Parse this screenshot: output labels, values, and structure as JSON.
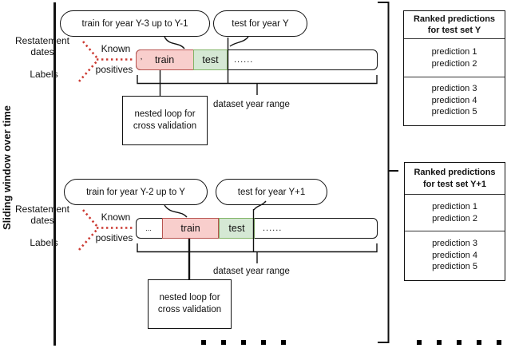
{
  "figure": {
    "axis_label": "Sliding window over time"
  },
  "windows": [
    {
      "train_bubble": "train for year Y-3 up to Y-1",
      "test_bubble": "test for year Y",
      "restatement_line1": "Restatement",
      "restatement_line2": "dates",
      "labels_label": "Labels",
      "known_label": "Known",
      "positives_label": "positives",
      "bar": {
        "pre": ",",
        "train": "train",
        "test": "test",
        "rest": "......"
      },
      "range_label": "dataset year range",
      "nested_line1": "nested loop for",
      "nested_line2": "cross validation"
    },
    {
      "train_bubble": "train for year Y-2 up to Y",
      "test_bubble": "test for year Y+1",
      "restatement_line1": "Restatement",
      "restatement_line2": "dates",
      "labels_label": "Labels",
      "known_label": "Known",
      "positives_label": "positives",
      "bar": {
        "pre": "...",
        "train": "train",
        "test": "test",
        "rest": "......"
      },
      "range_label": "dataset year range",
      "nested_line1": "nested loop for",
      "nested_line2": "cross validation"
    }
  ],
  "prediction_boxes": [
    {
      "title_line1": "Ranked predictions",
      "title_line2": "for test set Y",
      "group1": [
        "prediction 1",
        "prediction 2"
      ],
      "group2": [
        "prediction 3",
        "prediction 4",
        "prediction 5"
      ]
    },
    {
      "title_line1": "Ranked predictions",
      "title_line2": "for test set Y+1",
      "group1": [
        "prediction 1",
        "prediction 2"
      ],
      "group2": [
        "prediction 3",
        "prediction 4",
        "prediction 5"
      ]
    }
  ],
  "dots": {
    "left_count": 5,
    "right_count": 5
  },
  "colors": {
    "train_fill": "#f8cecc",
    "train_border": "#b85450",
    "test_fill": "#d5e8d4",
    "test_border": "#82b366",
    "dotted_red": "#cc3b33",
    "line_black": "#111111"
  }
}
